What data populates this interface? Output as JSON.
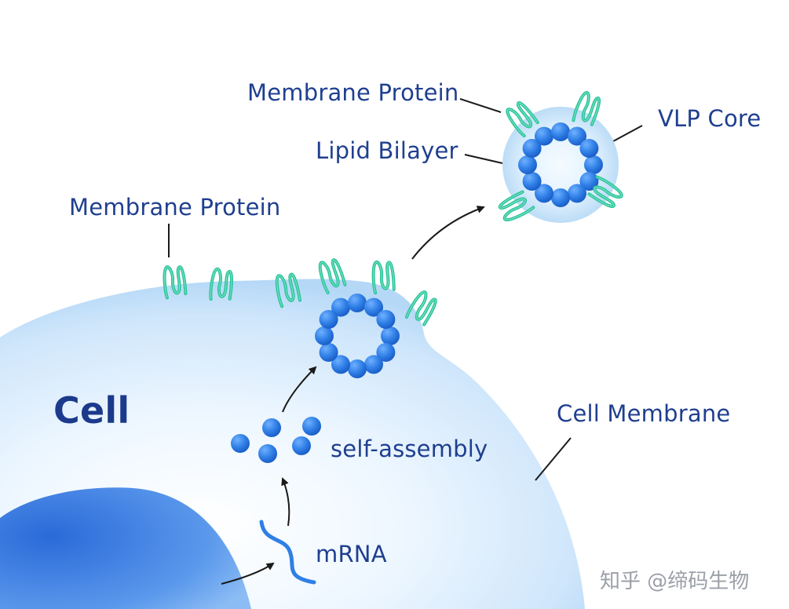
{
  "labels": {
    "membrane_protein_top": "Membrane Protein",
    "vlp_core": "VLP Core",
    "lipid_bilayer": "Lipid Bilayer",
    "membrane_protein_left": "Membrane Protein",
    "cell": "Cell",
    "cell_membrane": "Cell Membrane",
    "self_assembly": "self-assembly",
    "mrna": "mRNA"
  },
  "watermark": "知乎 @缔码生物",
  "colors": {
    "label_text": "#1f3f8f",
    "cell_fill": "#dcefff",
    "nucleus": "#3b7fe0",
    "particle": "#2f7fe6",
    "protein": "#29c49a",
    "arrow": "#1a1a1a"
  }
}
